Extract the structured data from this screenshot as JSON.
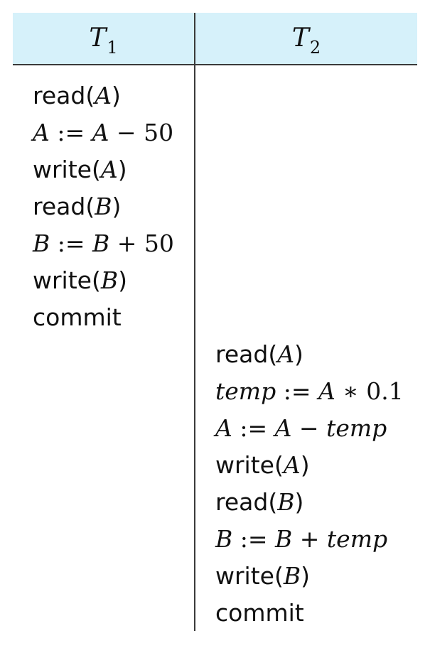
{
  "header": {
    "t1": {
      "letter": "T",
      "sub": "1"
    },
    "t2": {
      "letter": "T",
      "sub": "2"
    }
  },
  "t1_ops": [
    {
      "kind": "call",
      "fn": "read",
      "arg": "A"
    },
    {
      "kind": "expr",
      "lhs": "A",
      "op": " := ",
      "rhs": "A",
      "op2": " − ",
      "val": "50"
    },
    {
      "kind": "call",
      "fn": "write",
      "arg": "A"
    },
    {
      "kind": "call",
      "fn": "read",
      "arg": "B"
    },
    {
      "kind": "expr",
      "lhs": "B",
      "op": " := ",
      "rhs": "B",
      "op2": " + ",
      "val": "50"
    },
    {
      "kind": "call",
      "fn": "write",
      "arg": "B"
    },
    {
      "kind": "word",
      "text": "commit"
    }
  ],
  "t2_ops": [
    {
      "kind": "call",
      "fn": "read",
      "arg": "A"
    },
    {
      "kind": "expr",
      "lhs": "temp",
      "op": " := ",
      "rhs": "A",
      "op2": " ∗ ",
      "val": "0.1"
    },
    {
      "kind": "expr_var",
      "lhs": "A",
      "op": " := ",
      "rhs": "A",
      "op2": " − ",
      "val": "temp"
    },
    {
      "kind": "call",
      "fn": "write",
      "arg": "A"
    },
    {
      "kind": "call",
      "fn": "read",
      "arg": "B"
    },
    {
      "kind": "expr_var",
      "lhs": "B",
      "op": " := ",
      "rhs": "B",
      "op2": " + ",
      "val": "temp"
    },
    {
      "kind": "call",
      "fn": "write",
      "arg": "B"
    },
    {
      "kind": "word",
      "text": "commit"
    }
  ]
}
